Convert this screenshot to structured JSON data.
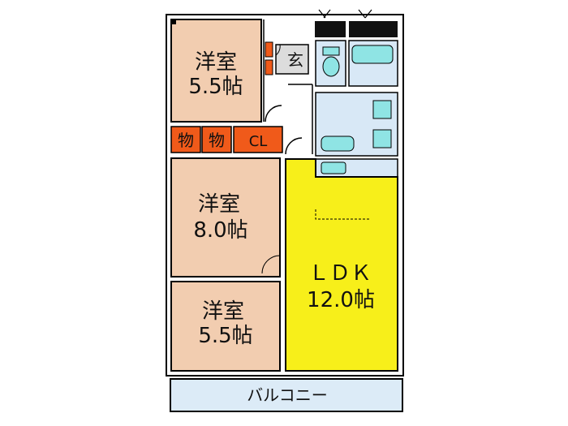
{
  "rooms": {
    "bedroom_top": {
      "name": "洋室",
      "size": "5.5帖"
    },
    "bedroom_mid": {
      "name": "洋室",
      "size": "8.0帖"
    },
    "bedroom_bottom": {
      "name": "洋室",
      "size": "5.5帖"
    },
    "ldk": {
      "name": "ＬＤＫ",
      "size": "12.0帖"
    },
    "entrance": {
      "name": "玄"
    },
    "storage_1": {
      "name": "物"
    },
    "storage_2": {
      "name": "物"
    },
    "closet": {
      "name": "CL"
    },
    "balcony": {
      "name": "バルコニー"
    }
  },
  "colors": {
    "bedroom": "#f2cdb0",
    "ldk": "#f7ef1a",
    "storage": "#f05a1a",
    "wet_area": "#d8e8f6",
    "fixture": "#8fe4e4",
    "balcony": "#dcebf7",
    "wall": "#000000",
    "dark_strip": "#111111"
  }
}
